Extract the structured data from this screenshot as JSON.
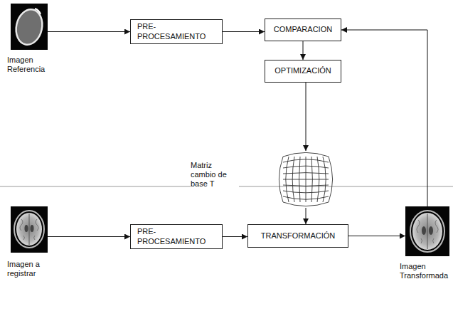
{
  "diagram": {
    "nodes": [
      {
        "text": [
          "Imagen Referencia"
        ]
      },
      {
        "text": [
          "PRE- PROCESAMIENTO"
        ]
      },
      {
        "text": [
          "COMPARACION"
        ]
      },
      {
        "text": [
          "OPTIMIZACIÓN"
        ]
      },
      {
        "text": [
          "Matriz cambio de base T"
        ]
      },
      {
        "text": [
          "Imagen a registrar"
        ]
      },
      {
        "text": [
          "PRE- PROCESAMIENTO"
        ]
      },
      {
        "text": [
          "TRANSFORMACIÓN"
        ]
      },
      {
        "text": [
          "Imagen Transformada"
        ]
      }
    ],
    "edges": [
      {
        "from": 0,
        "to": 1,
        "arrow": "to"
      },
      {
        "from": 1,
        "to": 2,
        "arrow": "to"
      },
      {
        "from": 2,
        "to": 3,
        "arrow": "to"
      },
      {
        "from": 3,
        "to": 4,
        "arrow": "to"
      },
      {
        "from": 4,
        "to": 7,
        "arrow": "to"
      },
      {
        "from": 5,
        "to": 6,
        "arrow": "to"
      },
      {
        "from": 6,
        "to": 7,
        "arrow": "to"
      },
      {
        "from": 7,
        "to": 8,
        "arrow": "to"
      },
      {
        "from": 8,
        "to": 2,
        "arrow": "to"
      }
    ]
  }
}
